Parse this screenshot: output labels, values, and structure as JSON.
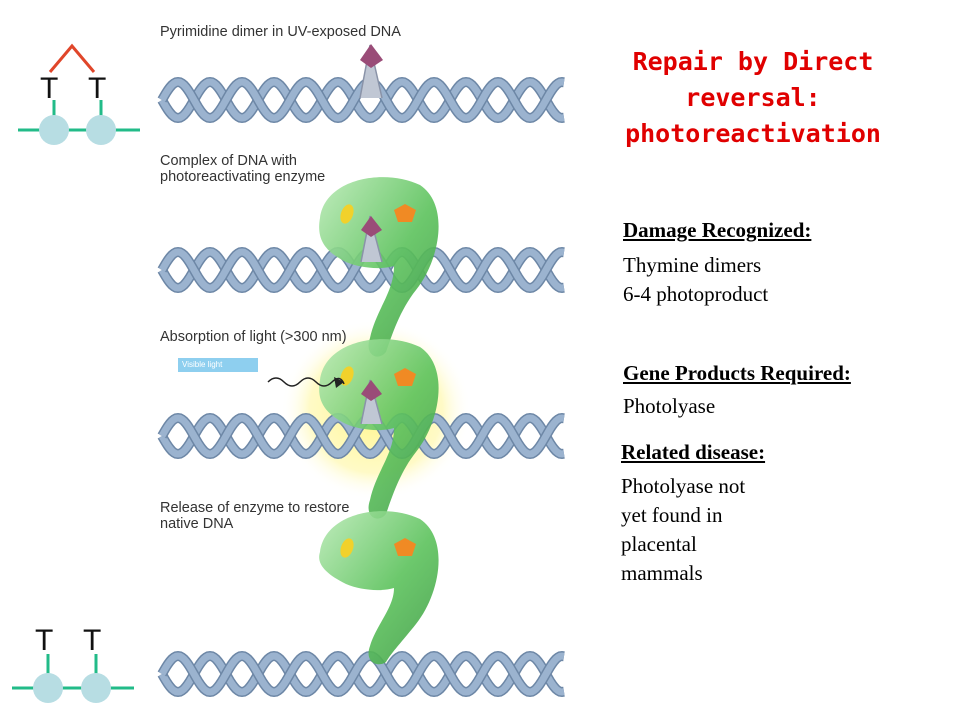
{
  "title": {
    "line1": "Repair by Direct",
    "line2": "reversal:",
    "line3": "photoreactivation"
  },
  "panels": {
    "p1": "Pyrimidine dimer in UV-exposed DNA",
    "p2": "Complex of DNA with\nphotoreactivating enzyme",
    "p3": "Absorption of light (>300 nm)",
    "p4": "Release of enzyme to restore\nnative DNA",
    "visible_light": "Visible light"
  },
  "dimer_top": {
    "base1": "T",
    "base2": "T"
  },
  "dimer_bottom": {
    "base1": "T",
    "base2": "T"
  },
  "damage": {
    "heading": "Damage Recognized:",
    "items": [
      "Thymine dimers",
      "6-4 photoproduct"
    ]
  },
  "gene_products": {
    "heading": "Gene Products Required:",
    "items": [
      "Photolyase"
    ]
  },
  "disease": {
    "heading": "Related disease:",
    "lines": [
      "Photolyase not",
      "yet found in",
      "placental",
      "mammals"
    ]
  },
  "colors": {
    "title": "#e00000",
    "dna_strand": "#9bb3cf",
    "enzyme": "#5cc25c",
    "glow": "#fff78a",
    "dimer": "#a0507a",
    "nucleotide": "#b7dde3",
    "backbone": "#22bb88",
    "bond": "#e0462a"
  }
}
